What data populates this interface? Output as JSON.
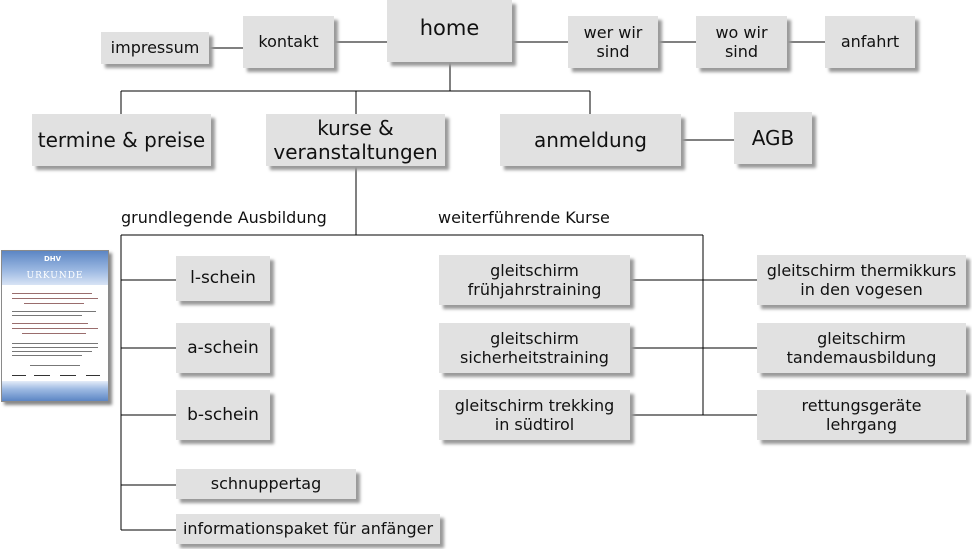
{
  "nodes": {
    "home": "home",
    "kontakt": "kontakt",
    "impressum": "impressum",
    "wer_wir_sind": "wer wir\nsind",
    "wo_wir_sind": "wo wir\nsind",
    "anfahrt": "anfahrt",
    "termine": "termine & preise",
    "kurse": "kurse &\nveranstaltungen",
    "anmeldung": "anmeldung",
    "agb": "AGB",
    "l_schein": "l-schein",
    "a_schein": "a-schein",
    "b_schein": "b-schein",
    "schnuppertag": "schnuppertag",
    "infopaket": "informationspaket für anfänger",
    "fruehjahr": "gleitschirm\nfrühjahrstraining",
    "sicherheit": "gleitschirm\nsicherheitstraining",
    "trekking": "gleitschirm trekking\nin südtirol",
    "thermik": "gleitschirm thermikkurs\nin den vogesen",
    "tandem": "gleitschirm\ntandemausbildung",
    "rettung": "rettungsgeräte\nlehrgang"
  },
  "labels": {
    "grundlegend": "grundlegende Ausbildung",
    "weiterfuehrend": "weiterführende Kurse"
  },
  "certificate": {
    "logo": "DHV",
    "title": "URKUNDE"
  },
  "colors": {
    "box_fill": "#e1e1e1",
    "box_shadow": "#9a9a9a",
    "line": "#000000"
  }
}
